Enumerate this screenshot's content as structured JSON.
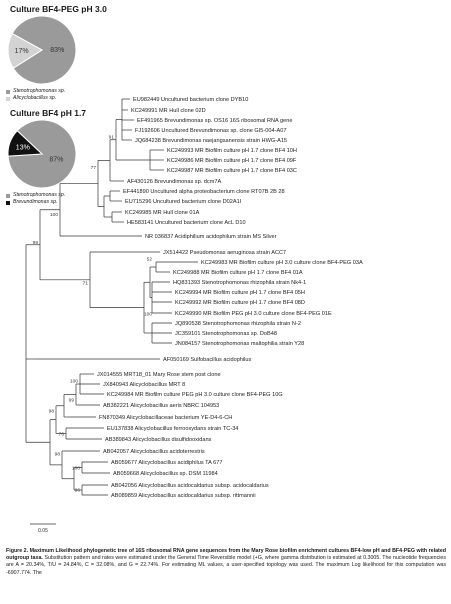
{
  "pies": [
    {
      "title": "Culture BF4-PEG pH 3.0",
      "slices": [
        {
          "label": "Stenotrophomonas sp.",
          "value": 83,
          "text": "83%",
          "color": "#9a9a9a"
        },
        {
          "label": "Alicyclobacillus sp.",
          "value": 17,
          "text": "17%",
          "color": "#d3d3d3"
        }
      ]
    },
    {
      "title": "Culture BF4 pH 1.7",
      "slices": [
        {
          "label": "Stenotrophomonas sp.",
          "value": 87,
          "text": "87%",
          "color": "#9a9a9a"
        },
        {
          "label": "Brevundimonas sp.",
          "value": 13,
          "text": "13%",
          "color": "#111111"
        }
      ]
    }
  ],
  "tree": {
    "leaves": [
      "EU982449 Uncultured bacterium clone DYB10",
      "KC249991 MR Hull clone 02D",
      "EF491965 Brevundimonas sp. OS16 16S ribosomal RNA gene",
      "FJ192606 Uncultured Brevundimonas sp. clone GI5-004-A07",
      "JQ684238 Brevundimonas naejangsanensis strain HWG-A15",
      "KC249993 MR Biofilm culture pH 1.7 clone BF4 10H",
      "KC249986 MR Biofilm culture pH 1.7 clone BF4 09F",
      "KC249987 MR Biofilm culture pH 1.7 clone BF4 03C",
      "AF430126 Brevundimonas sp. dcm7A",
      "EF441890 Uncultured alpha proteobacterium clone RT07B 2B 28",
      "EU715296 Uncultured bacterium clone D02A1I",
      "KC249985 MR Hull clone 01A",
      "HE583141 Uncultured bacterium clone AcL D10",
      "NR 036837 Acidiphilium acidophilum strain MS Silver",
      "JX514422 Pseudomonas aeruginosa strain ACC7",
      "KC249983 MR Biofilm culture pH 3.0 culture clone BF4-PEG 03A",
      "KC249988 MR Biofilm culture pH 1.7 clone BF4 01A",
      "HQ831393 Stenotrophomonas rhizophila strain Nk4-1",
      "KC249994 MR Biofilm culture pH 1.7 clone BF4 05H",
      "KC249992 MR Biofilm culture pH 1.7 clone BF4 08D",
      "KC249990 MR Biofilm PEG pH 3.0 culture clone BF4-PEG 01E",
      "JQ890538 Stenotrophomonas rhizophila strain N-2",
      "JC359101 Stenotrophomonas sp. DoB48",
      "JN084157 Stenotrophomonas maltophilia strain Y28",
      "AF050169 Sulfobacillus acidophilus",
      "JX014555 MRT18_01 Mary Rose stem post clone",
      "JX840943 Alicyclobacillus MRT 8",
      "KC249984 MR Biofilm culture PEG pH 3.0 culture clone BF4-PEG 10G",
      "AB382221 Alicyclobacillus aeris NBRC 104953",
      "FN870349 Alicyclobacillaceae bacterium YE-D4-6-CH",
      "EU137838 Alicyclobacillus ferrooxydans strain TC-34",
      "AB389843 Alicyclobacillus disulfidooxidans",
      "AB042057 Alicyclobacillus acidoterrestris",
      "AB059677 Alicyclobacillus acidiphilus TA 677",
      "AB059668 Alicyclobacillus sp. DSM 11984",
      "AB042056 Alicyclobacillus acidocaldarius subsp. acidocaldarius",
      "AB089859 Alicyclobacillus acidocaldarius subsp. rittmannii"
    ],
    "support": [
      "91",
      "77",
      "99",
      "100",
      "71",
      "52",
      "100",
      "100",
      "99",
      "98",
      "76",
      "98",
      "100",
      "96"
    ],
    "scale_label": "0.05"
  },
  "caption": {
    "title": "Figure 2. Maximum Likelihood phylogenetic tree of 16S ribosomal RNA gene sequences from the Mary Rose biofilm enrichment cultures BF4-low pH and BF4-PEG with related outgroup taxa.",
    "body": "Substitution pattern and rates were estimated under the General Time Reversible model (+G, where gamma distribution is estimated at 0.3005. The nucleotide frequencies are A = 20.34%, T/U = 24.84%, C = 32.08%, and G = 22.74%. For estimating ML values, a user-specified topology was used. The maximum Log likelihood for this computation was -6907.774. The"
  }
}
